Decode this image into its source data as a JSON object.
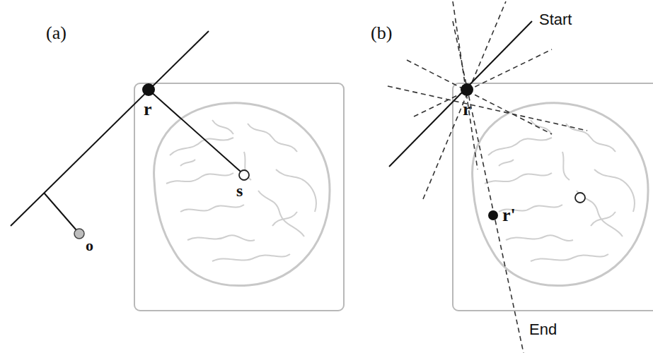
{
  "diagram": {
    "labels": [
      "(a)",
      "r",
      "s",
      "o",
      "(b)",
      "Start",
      "r",
      "r'",
      "End"
    ]
  }
}
